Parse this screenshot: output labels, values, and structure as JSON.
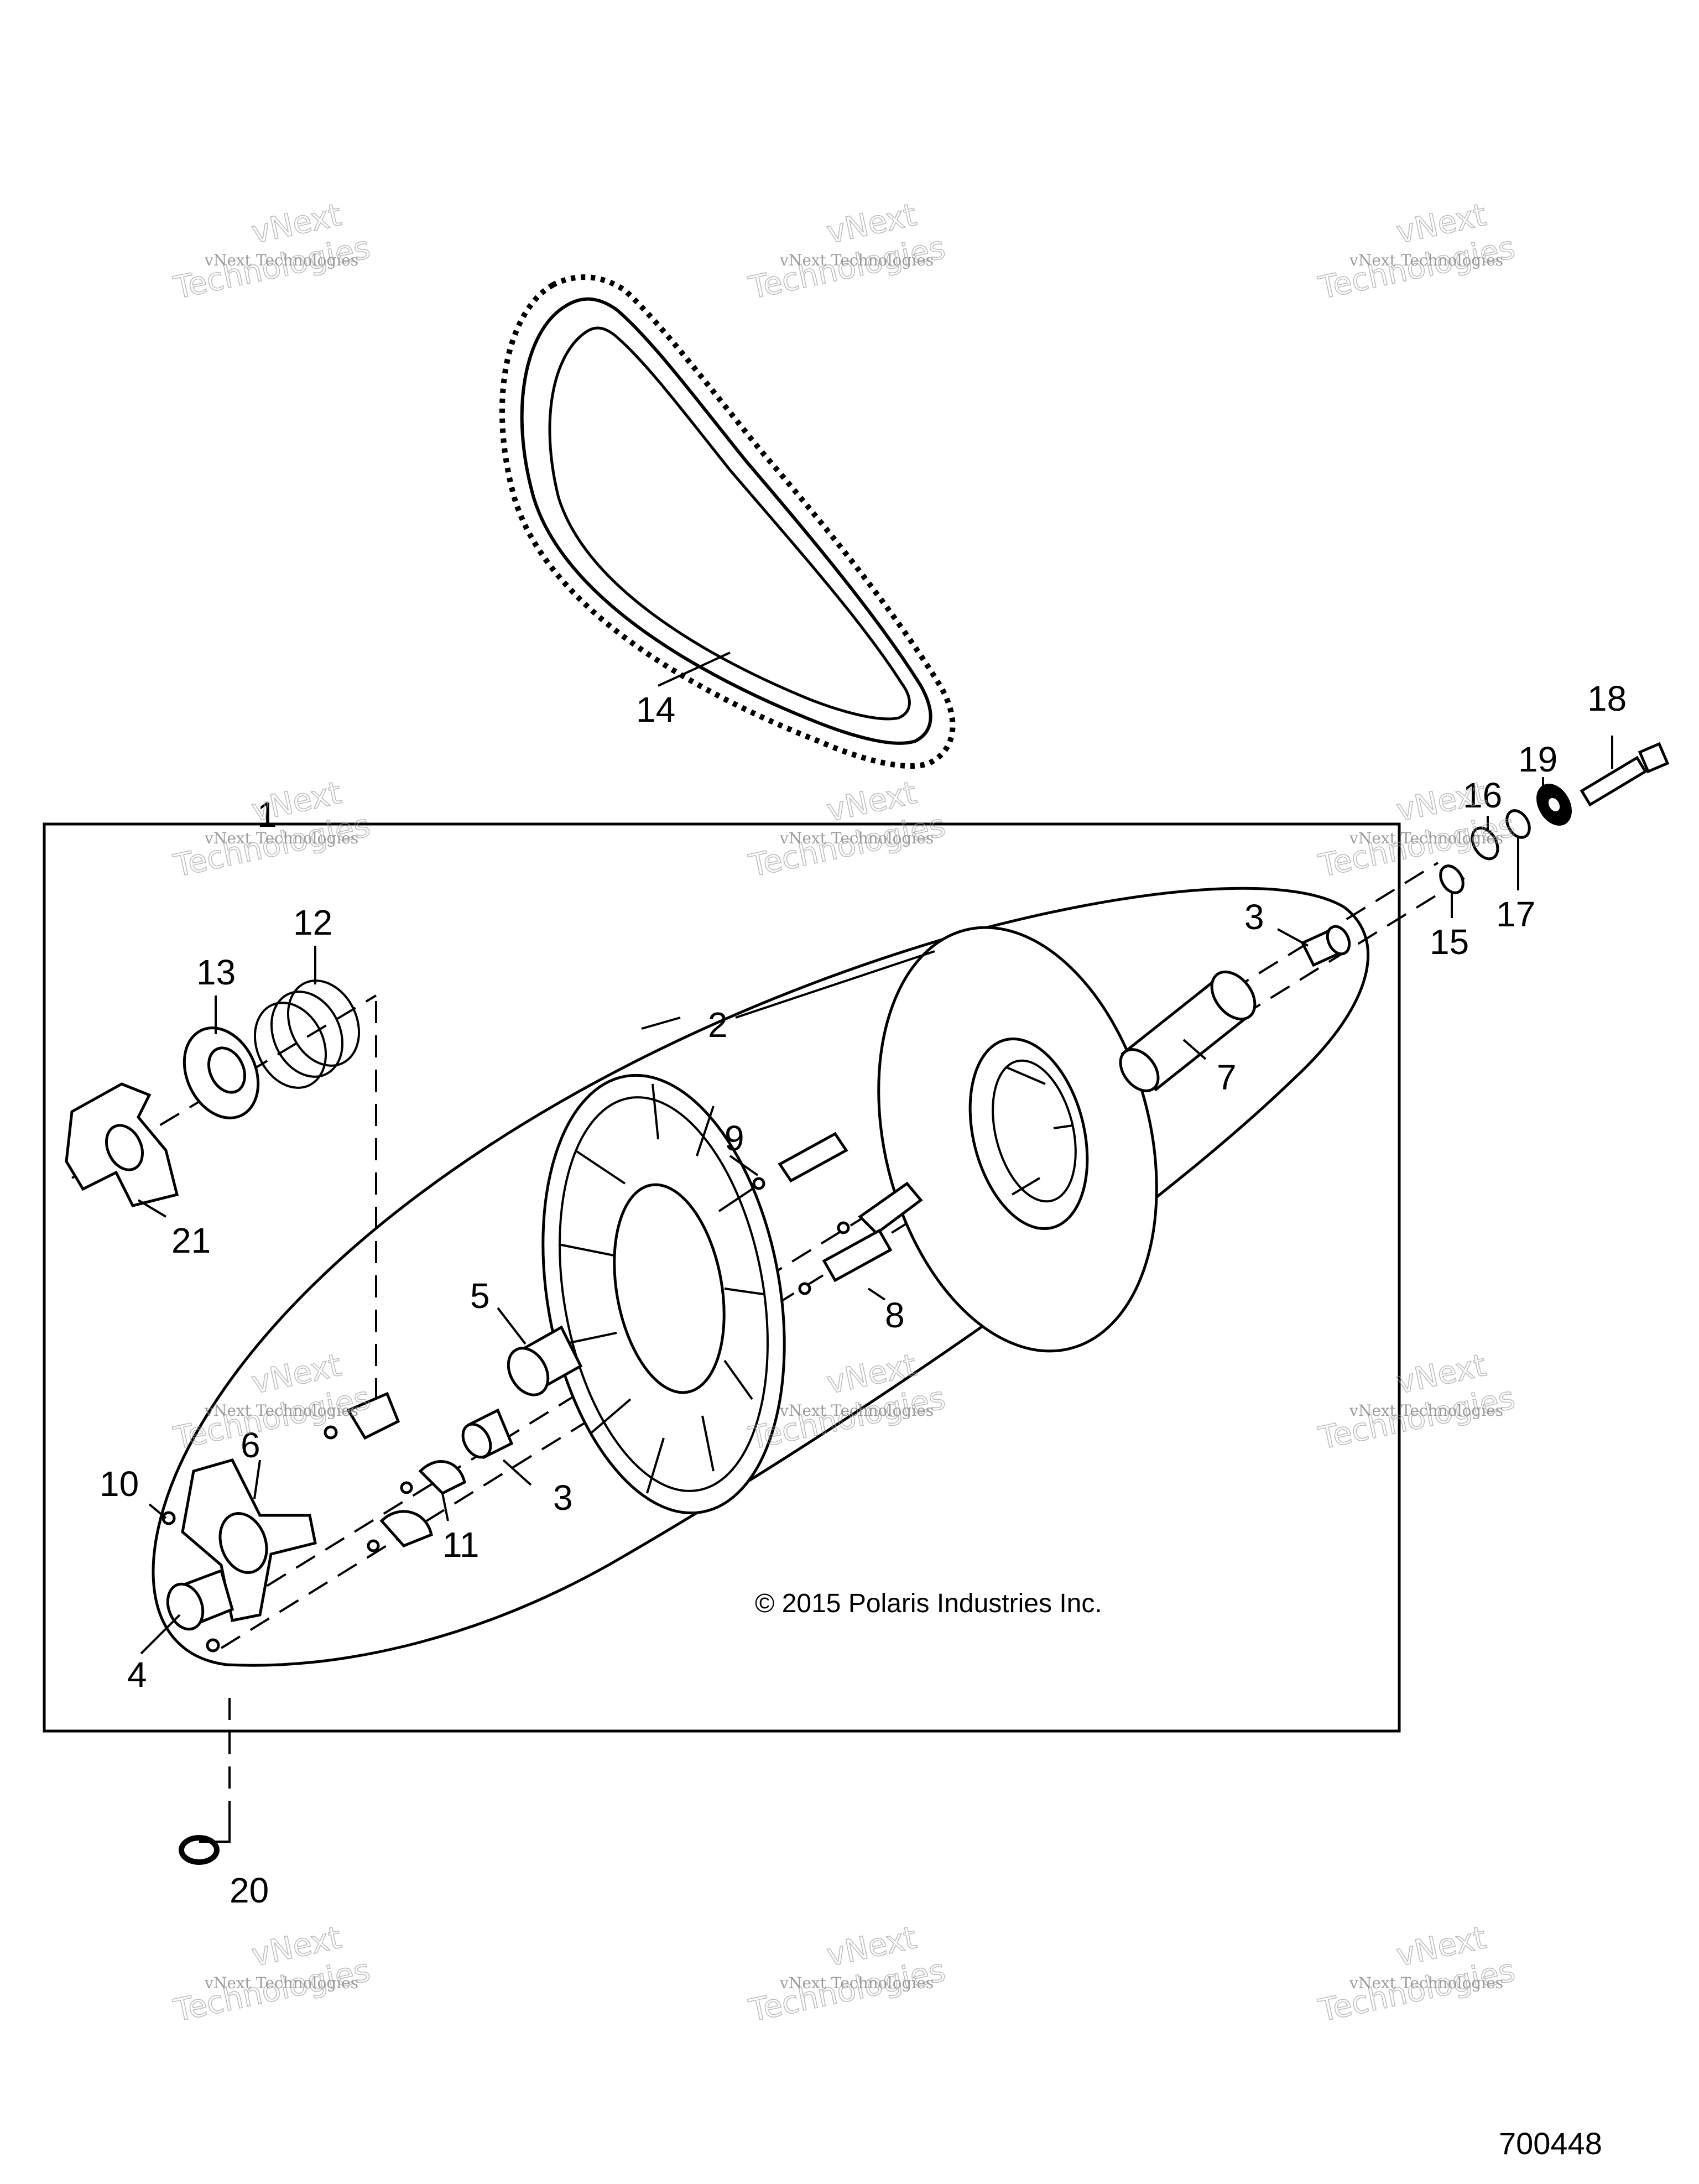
{
  "callouts": [
    {
      "id": "c1",
      "text": "1"
    },
    {
      "id": "c2",
      "text": "2"
    },
    {
      "id": "c3a",
      "text": "3"
    },
    {
      "id": "c3b",
      "text": "3"
    },
    {
      "id": "c4",
      "text": "4"
    },
    {
      "id": "c5",
      "text": "5"
    },
    {
      "id": "c6",
      "text": "6"
    },
    {
      "id": "c7",
      "text": "7"
    },
    {
      "id": "c8",
      "text": "8"
    },
    {
      "id": "c9",
      "text": "9"
    },
    {
      "id": "c10",
      "text": "10"
    },
    {
      "id": "c11",
      "text": "11"
    },
    {
      "id": "c12",
      "text": "12"
    },
    {
      "id": "c13",
      "text": "13"
    },
    {
      "id": "c14",
      "text": "14"
    },
    {
      "id": "c15",
      "text": "15"
    },
    {
      "id": "c16",
      "text": "16"
    },
    {
      "id": "c17",
      "text": "17"
    },
    {
      "id": "c18",
      "text": "18"
    },
    {
      "id": "c19",
      "text": "19"
    },
    {
      "id": "c20",
      "text": "20"
    },
    {
      "id": "c21",
      "text": "21"
    }
  ],
  "copyright": "© 2015 Polaris Industries Inc.",
  "diagram_ref": "700448",
  "watermark": {
    "line1": "vNext Technologies",
    "big_line1": "vNext",
    "big_line2": "Technologies"
  }
}
